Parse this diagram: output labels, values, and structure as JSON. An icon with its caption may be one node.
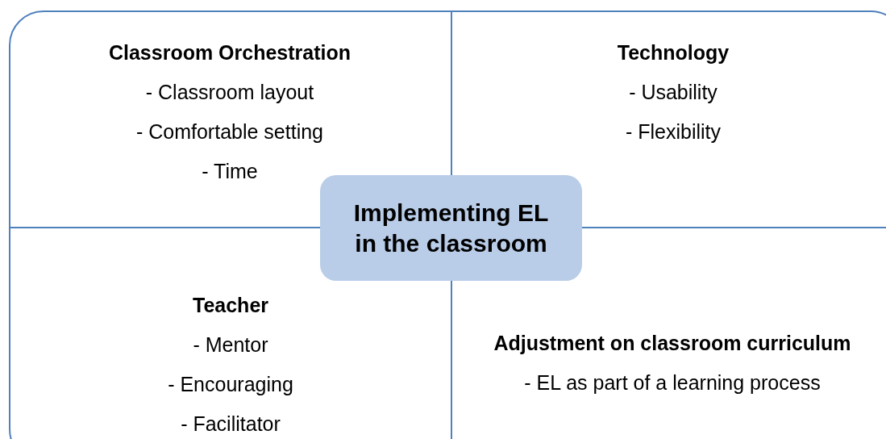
{
  "diagram": {
    "nodes": [
      {
        "text": [
          "Classroom Orchestration",
          "- Classroom layout",
          "- Comfortable setting",
          "- Time"
        ]
      },
      {
        "text": [
          "Technology",
          "- Usability",
          "- Flexibility"
        ]
      },
      {
        "text": [
          "Teacher",
          "- Mentor",
          "- Encouraging",
          "- Facilitator"
        ]
      },
      {
        "text": [
          "Adjustment on classroom curriculum",
          "- EL as part of a learning process"
        ]
      },
      {
        "text": [
          "Implementing EL in the classroom"
        ]
      }
    ],
    "edges": []
  }
}
